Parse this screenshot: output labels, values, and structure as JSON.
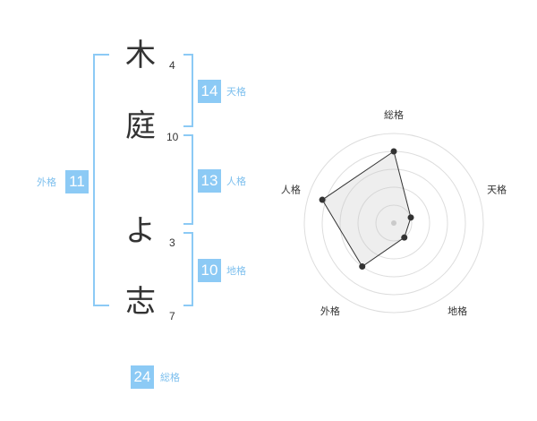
{
  "name": [
    {
      "char": "木",
      "strokes": "4"
    },
    {
      "char": "庭",
      "strokes": "10"
    },
    {
      "char": "よ",
      "strokes": "3"
    },
    {
      "char": "志",
      "strokes": "7"
    }
  ],
  "fortunes": {
    "tenkaku": {
      "value": "14",
      "label": "天格"
    },
    "jinkaku": {
      "value": "13",
      "label": "人格"
    },
    "chikaku": {
      "value": "10",
      "label": "地格"
    },
    "gaikaku": {
      "value": "11",
      "label": "外格"
    },
    "soukaku": {
      "value": "24",
      "label": "総格"
    }
  },
  "chart_data": {
    "type": "radar",
    "axes": [
      "総格",
      "天格",
      "地格",
      "外格",
      "人格"
    ],
    "values": [
      4,
      1,
      1,
      3,
      4.2
    ],
    "max": 5,
    "rings": 5
  }
}
